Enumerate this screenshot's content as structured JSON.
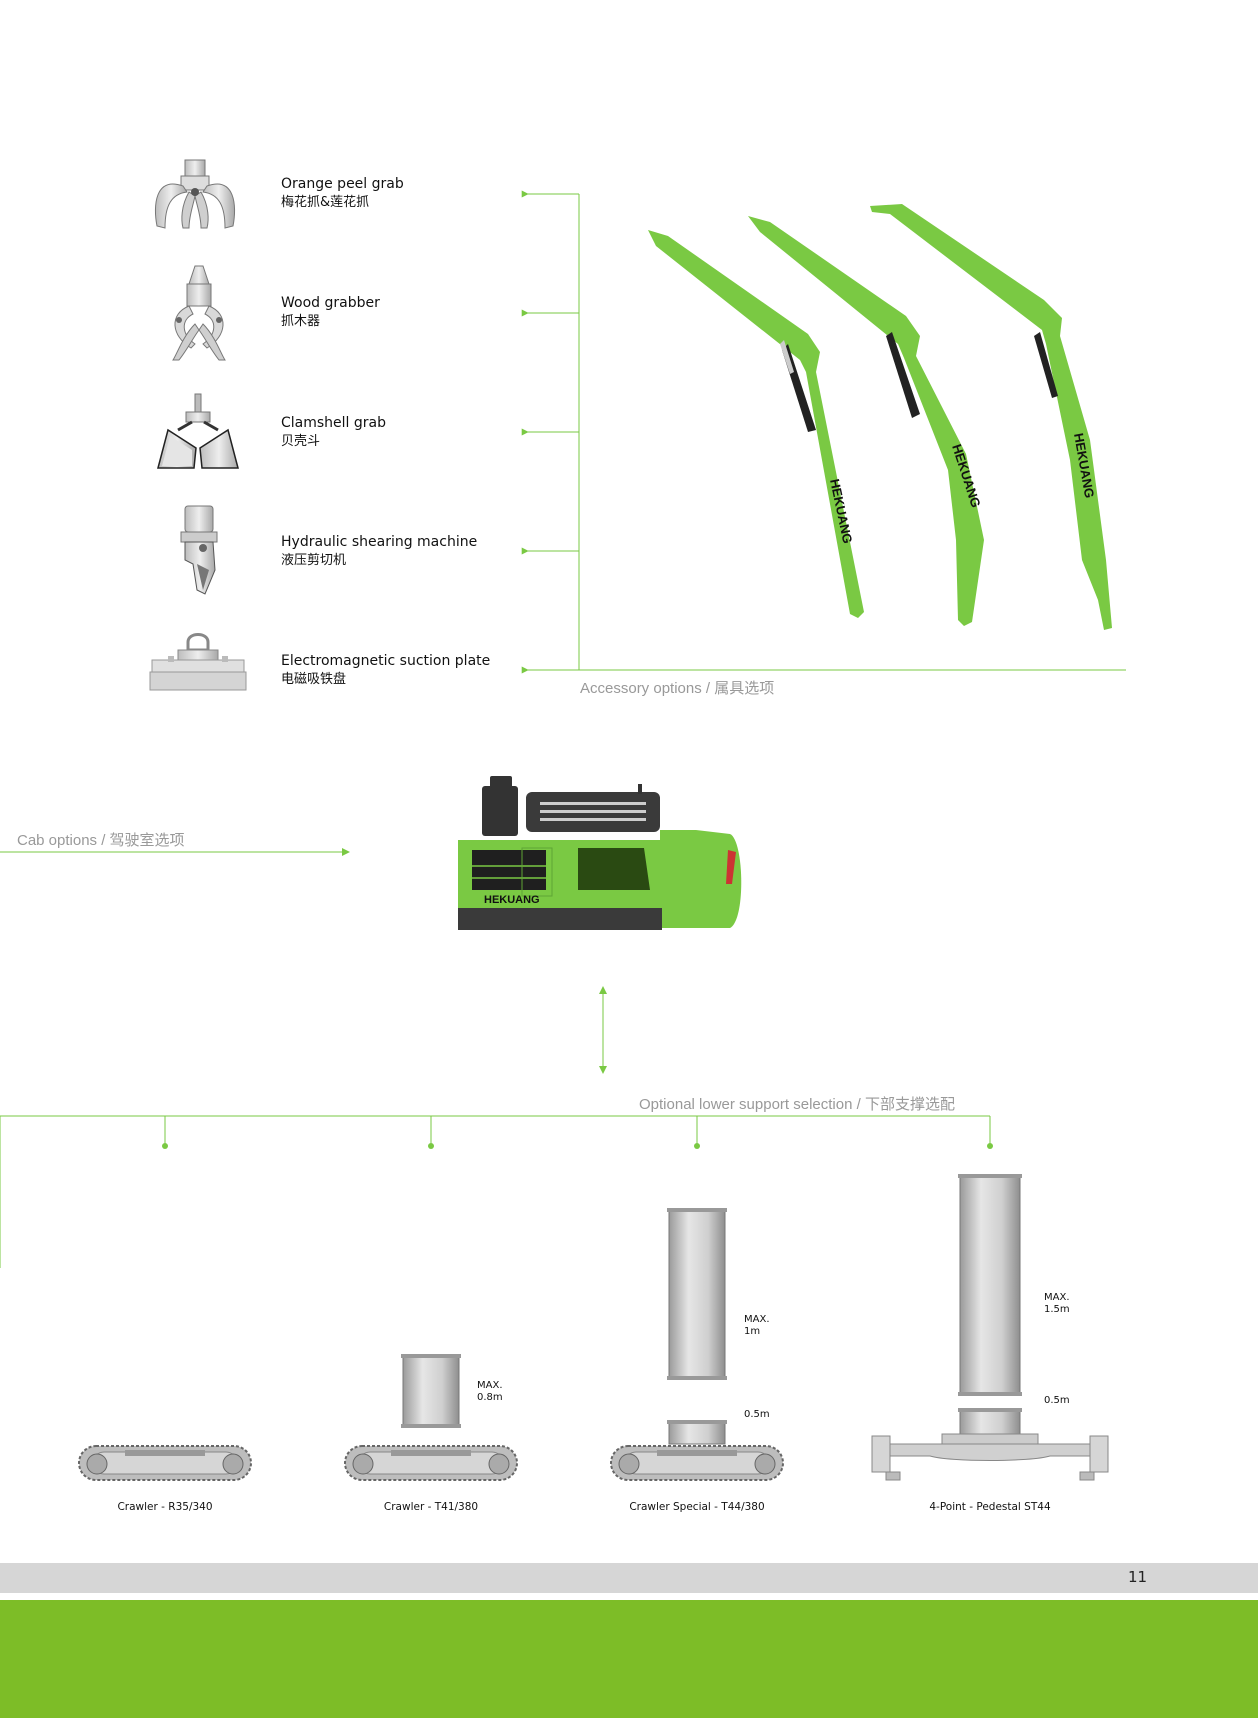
{
  "accessories": {
    "title": "Accessory options / 属具选项",
    "items": [
      {
        "name": "Orange peel grab",
        "cn": "梅花抓&莲花抓",
        "icon": "orange-peel-grab-icon"
      },
      {
        "name": "Wood grabber",
        "cn": "抓木器",
        "icon": "wood-grabber-icon"
      },
      {
        "name": "Clamshell grab",
        "cn": "贝壳斗",
        "icon": "clamshell-grab-icon"
      },
      {
        "name": "Hydraulic shearing machine",
        "cn": "液压剪切机",
        "icon": "hydraulic-shear-icon"
      },
      {
        "name": "Electromagnetic suction plate",
        "cn": "电磁吸铁盘",
        "icon": "electromagnetic-plate-icon"
      }
    ]
  },
  "booms": {
    "brand": "HEKUANG"
  },
  "cab": {
    "title": "Cab options / 驾驶室选项",
    "brand": "HEKUANG"
  },
  "lower": {
    "title": "Optional lower support selection / 下部支撑选配",
    "options": [
      {
        "caption": "Crawler - R35/340"
      },
      {
        "caption": "Crawler - T41/380",
        "max": "MAX.",
        "max_value": "0.8m"
      },
      {
        "caption": "Crawler Special - T44/380",
        "max": "MAX.",
        "max_value": "1m",
        "base": "0.5m"
      },
      {
        "caption": "4-Point - Pedestal ST44",
        "max": "MAX.",
        "max_value": "1.5m",
        "base": "0.5m"
      }
    ]
  },
  "colors": {
    "brand_green": "#7dbd27",
    "boom_green": "#7ac943",
    "gray_band": "#d6d6d6"
  },
  "footer": {
    "page_number": "11"
  }
}
